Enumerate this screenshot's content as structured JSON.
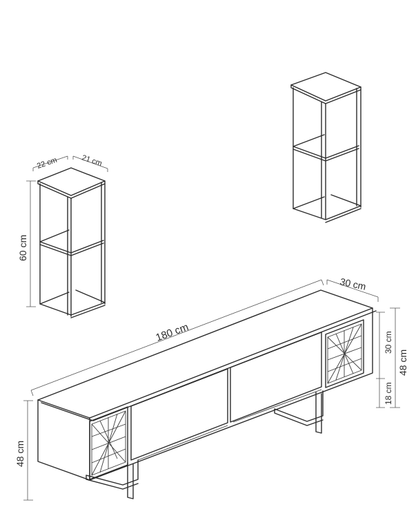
{
  "dimensions": {
    "small_shelf_depth": "22 cm",
    "small_shelf_width": "21 cm",
    "small_shelf_height": "60 cm",
    "tv_unit_length": "180 cm",
    "tv_unit_depth": "30 cm",
    "tv_unit_height_left": "48 cm",
    "tv_unit_body_height": "30 cm",
    "tv_unit_leg_height": "18 cm",
    "tv_unit_height_right": "48 cm"
  }
}
